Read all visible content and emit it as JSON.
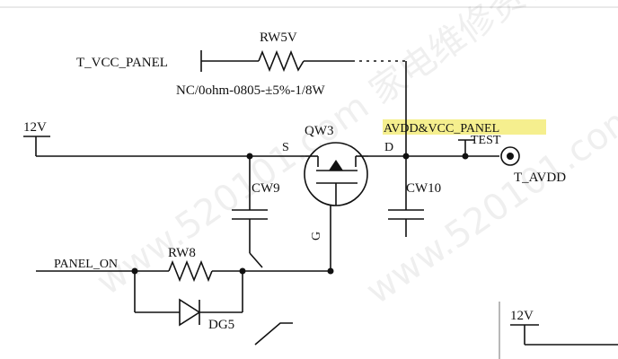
{
  "watermark": {
    "text": "www.520101.com 家电维修资料网"
  },
  "nets": {
    "t_vcc_panel": "T_VCC_PANEL",
    "v12_left": "12V",
    "v12_right": "12V",
    "panel_on": "PANEL_ON",
    "avdd_vcc_panel": "AVDD&VCC_PANEL",
    "t_avdd": "T_AVDD",
    "test_point": "TEST"
  },
  "components": {
    "rw5v": {
      "ref": "RW5V",
      "value": "NC/0ohm-0805-±5%-1/8W"
    },
    "qw3": {
      "ref": "QW3",
      "pin_s": "S",
      "pin_d": "D",
      "pin_g": "G"
    },
    "cw9": {
      "ref": "CW9"
    },
    "cw10": {
      "ref": "CW10"
    },
    "rw8": {
      "ref": "RW8"
    },
    "dg5": {
      "ref": "DG5"
    }
  },
  "colors": {
    "highlight": "#f3ec7a",
    "ink": "#111111"
  }
}
